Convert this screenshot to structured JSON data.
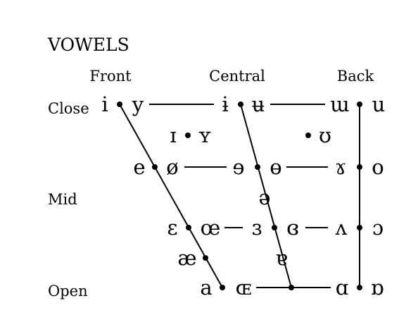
{
  "title": "VOWELS",
  "columns": {
    "front": "Front",
    "central": "Central",
    "back": "Back"
  },
  "rows": {
    "close": "Close",
    "mid": "Mid",
    "open": "Open"
  },
  "vowels": {
    "close_front_unrounded": "i",
    "close_front_rounded": "y",
    "close_central_unrounded": "ɨ",
    "close_central_rounded": "ʉ",
    "close_back_unrounded": "ɯ",
    "close_back_rounded": "u",
    "near_close_front_unrounded": "ɪ",
    "near_close_front_rounded": "ʏ",
    "near_close_back_rounded": "ʊ",
    "close_mid_front_unrounded": "e",
    "close_mid_front_rounded": "ø",
    "close_mid_central_unrounded": "ɘ",
    "close_mid_central_rounded": "ɵ",
    "close_mid_back_unrounded": "ɤ",
    "close_mid_back_rounded": "o",
    "mid_central": "ə",
    "open_mid_front_unrounded": "ɛ",
    "open_mid_front_rounded": "œ",
    "open_mid_central_unrounded": "ɜ",
    "open_mid_central_rounded": "ɞ",
    "open_mid_back_unrounded": "ʌ",
    "open_mid_back_rounded": "ɔ",
    "near_open_front_unrounded": "æ",
    "near_open_central": "ɐ",
    "open_front_unrounded": "a",
    "open_front_rounded": "ɶ",
    "open_back_unrounded": "ɑ",
    "open_back_rounded": "ɒ"
  }
}
